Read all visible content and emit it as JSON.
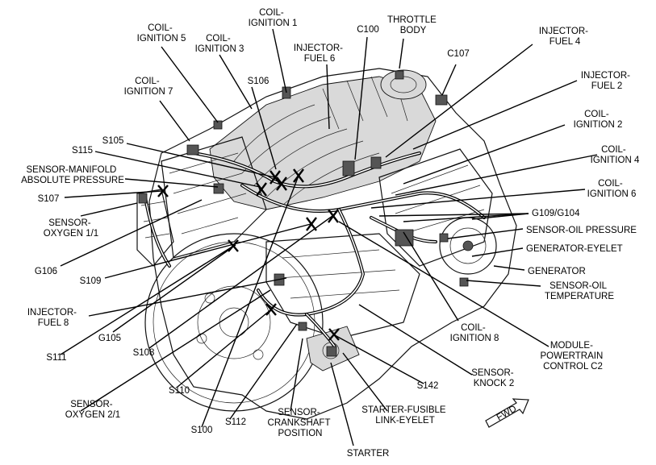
{
  "labels": {
    "coil_ignition_1": [
      "COIL-",
      "IGNITION 1"
    ],
    "coil_ignition_5": [
      "COIL-",
      "IGNITION 5"
    ],
    "coil_ignition_3": [
      "COIL-",
      "IGNITION 3"
    ],
    "throttle_body": [
      "THROTTLE",
      "BODY"
    ],
    "c100": [
      "C100"
    ],
    "injector_fuel_6": [
      "INJECTOR-",
      "FUEL 6"
    ],
    "injector_fuel_4": [
      "INJECTOR-",
      "FUEL 4"
    ],
    "c107": [
      "C107"
    ],
    "coil_ignition_7": [
      "COIL-",
      "IGNITION 7"
    ],
    "s106": [
      "S106"
    ],
    "injector_fuel_2": [
      "INJECTOR-",
      "FUEL 2"
    ],
    "coil_ignition_2": [
      "COIL-",
      "IGNITION 2"
    ],
    "s105": [
      "S105"
    ],
    "s115": [
      "S115"
    ],
    "coil_ignition_4": [
      "COIL-",
      "IGNITION 4"
    ],
    "sensor_manifold_absolute_pressure": [
      "SENSOR-MANIFOLD",
      "ABSOLUTE PRESSURE"
    ],
    "coil_ignition_6": [
      "COIL-",
      "IGNITION 6"
    ],
    "s107": [
      "S107"
    ],
    "g109_g104": [
      "G109/G104"
    ],
    "sensor_oxygen_1_1": [
      "SENSOR-",
      "OXYGEN 1/1"
    ],
    "sensor_oil_pressure": [
      "SENSOR-OIL PRESSURE"
    ],
    "generator_eyelet": [
      "GENERATOR-EYELET"
    ],
    "g106": [
      "G106"
    ],
    "generator": [
      "GENERATOR"
    ],
    "s109": [
      "S109"
    ],
    "sensor_oil_temperature": [
      "SENSOR-OIL",
      "TEMPERATURE"
    ],
    "injector_fuel_8": [
      "INJECTOR-",
      "FUEL 8"
    ],
    "g105": [
      "G105"
    ],
    "coil_ignition_8": [
      "COIL-",
      "IGNITION 8"
    ],
    "module_powertrain_control_c2": [
      "MODULE-",
      "POWERTRAIN",
      "CONTROL C2"
    ],
    "s111": [
      "S111"
    ],
    "s108": [
      "S108"
    ],
    "sensor_knock_2": [
      "SENSOR-",
      "KNOCK 2"
    ],
    "s142": [
      "S142"
    ],
    "s110": [
      "S110"
    ],
    "sensor_oxygen_2_1": [
      "SENSOR-",
      "OXYGEN 2/1"
    ],
    "starter_fusible_link_eyelet": [
      "STARTER-FUSIBLE",
      "LINK-EYELET"
    ],
    "s112": [
      "S112"
    ],
    "s100": [
      "S100"
    ],
    "sensor_crankshaft_position": [
      "SENSOR-",
      "CRANKSHAFT",
      "POSITION"
    ],
    "starter": [
      "STARTER"
    ],
    "fwd_arrow": [
      "FWD"
    ]
  }
}
